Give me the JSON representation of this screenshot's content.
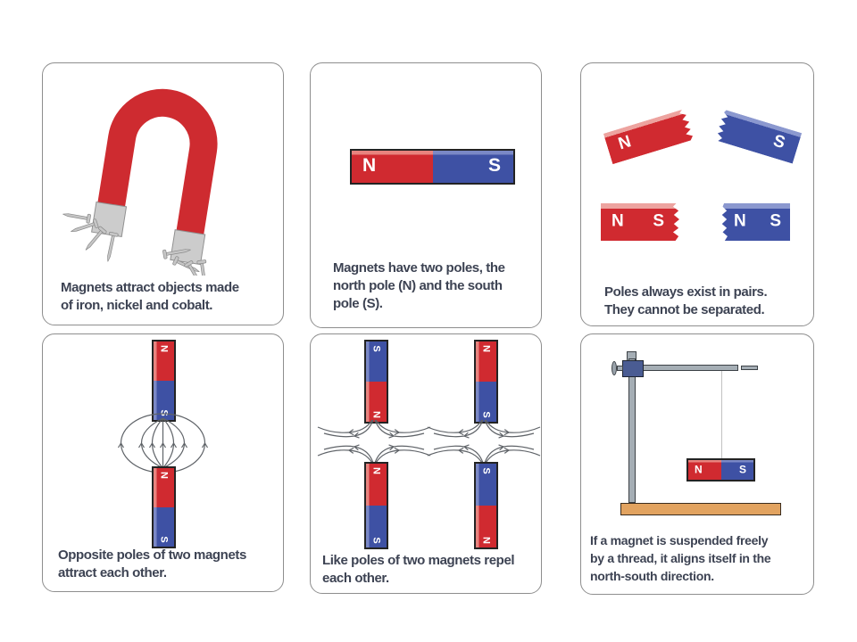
{
  "colors": {
    "magnet_red": "#d02a30",
    "magnet_red_highlight": "#e8837e",
    "magnet_blue": "#3e51a4",
    "magnet_blue_highlight": "#7a88c6",
    "horseshoe_red": "#cf2b30",
    "metal_gray": "#c6c6c6",
    "caption_text": "#3d4353",
    "panel_border": "#8e8e8e",
    "field_line": "#5f6368",
    "stand_gray": "#a5aeb5",
    "clamp_blue": "#4a5c93",
    "wood_base": "#e2a360",
    "thread_gray": "#c2c2c2"
  },
  "pole_labels": {
    "north": "N",
    "south": "S"
  },
  "panels": [
    {
      "name": "magnets-attract-objects",
      "caption_lines": [
        "Magnets attract objects made",
        "of iron, nickel and cobalt."
      ]
    },
    {
      "name": "magnets-have-two-poles",
      "caption_lines": [
        "Magnets have two poles, the",
        "north pole (N) and the south",
        "pole (S)."
      ]
    },
    {
      "name": "poles-exist-in-pairs",
      "caption_lines": [
        "Poles always exist in pairs.",
        "They cannot be separated."
      ]
    },
    {
      "name": "opposite-poles-attract",
      "caption_lines": [
        "Opposite poles of two magnets",
        "attract each other."
      ]
    },
    {
      "name": "like-poles-repel",
      "caption_lines": [
        "Like poles of two magnets repel",
        "each other."
      ]
    },
    {
      "name": "magnet-suspended-freely",
      "caption_lines": [
        "If a magnet is suspended freely",
        "by a thread, it aligns itself in the",
        "north-south direction."
      ]
    }
  ]
}
